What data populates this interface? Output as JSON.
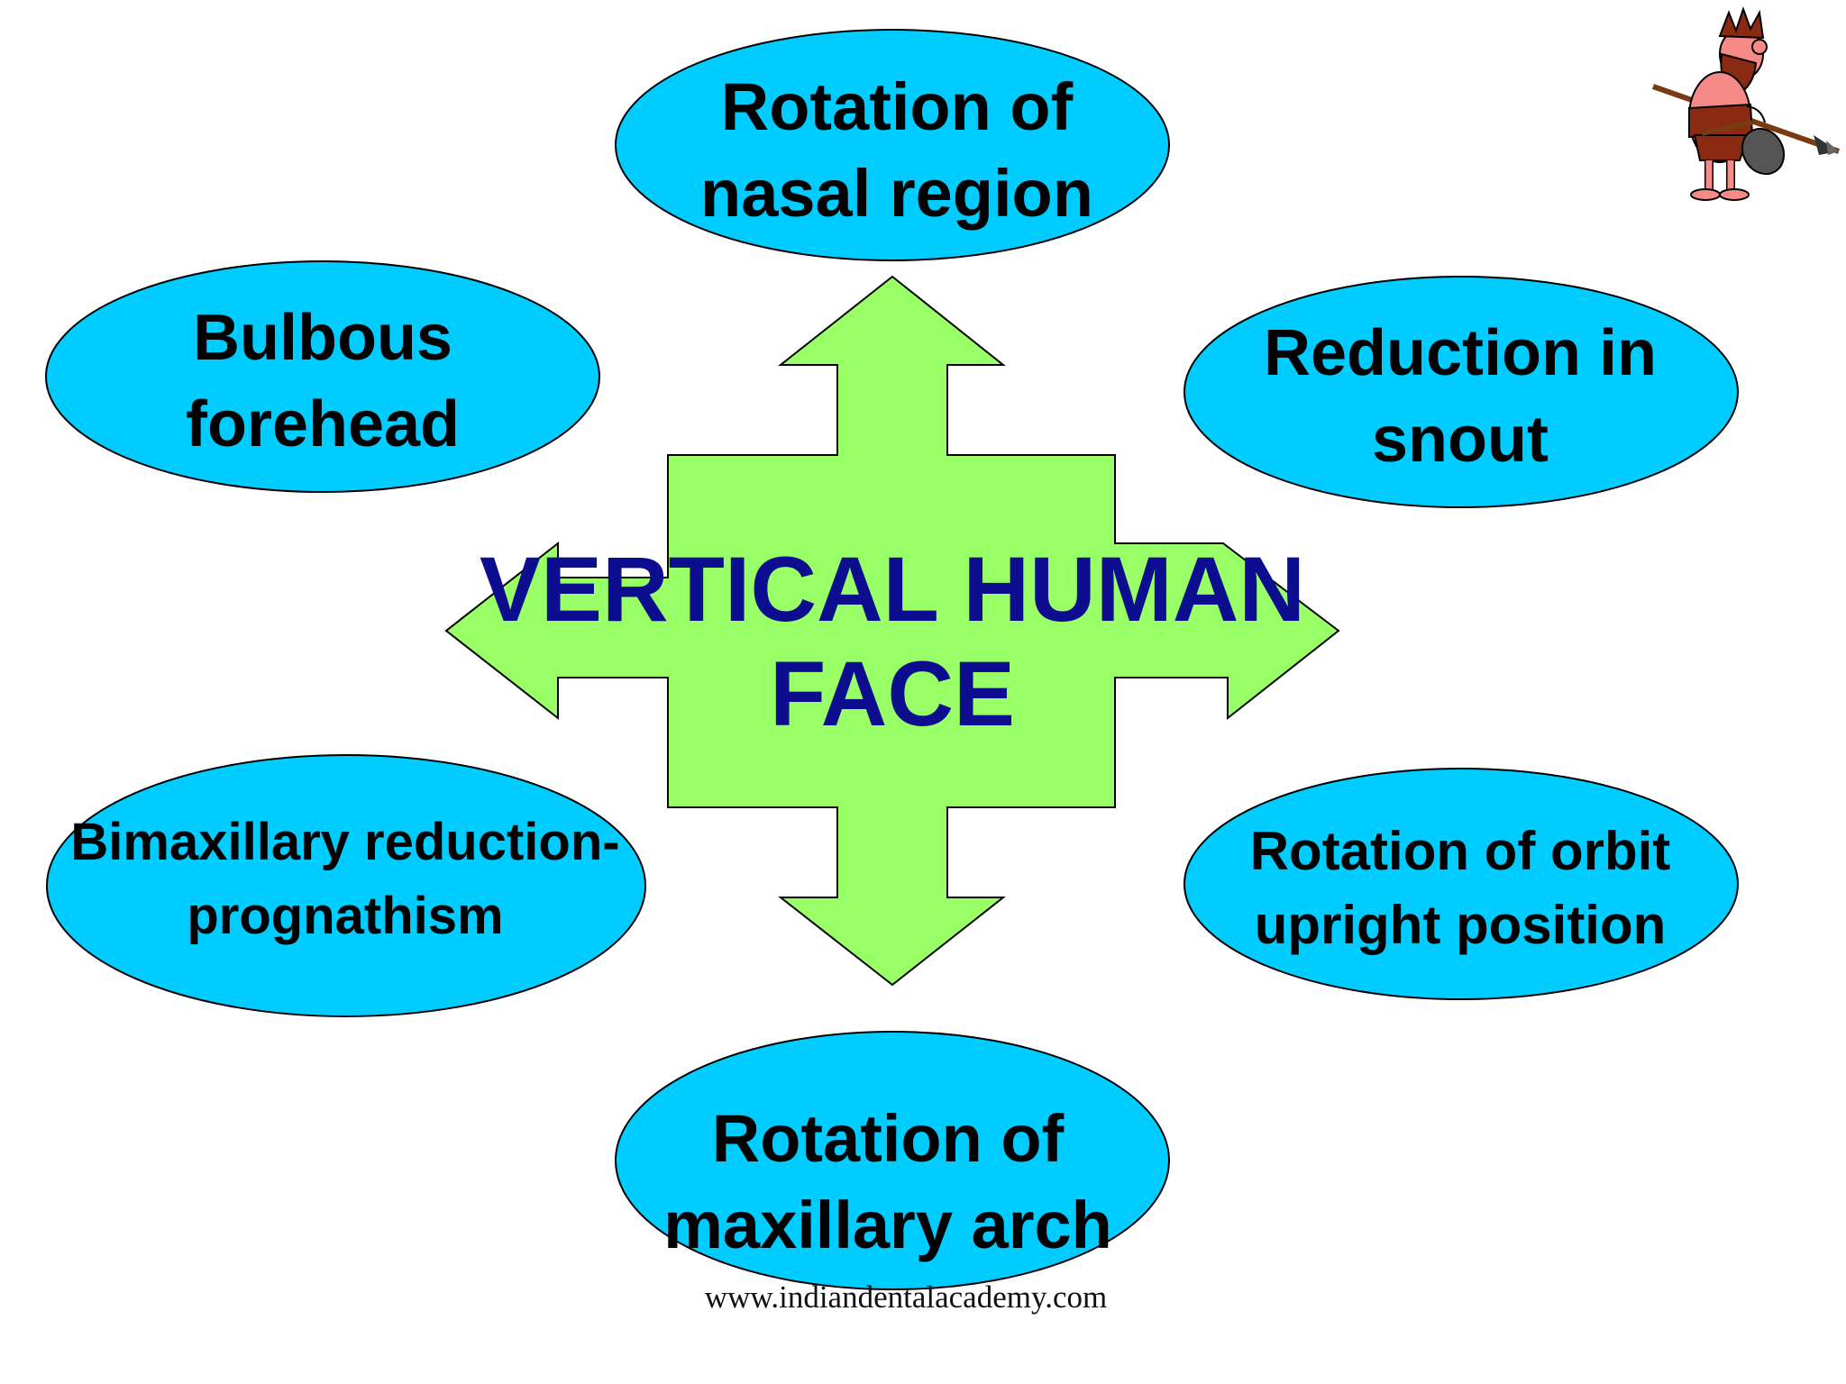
{
  "diagram": {
    "center": {
      "line1": "VERTICAL HUMAN",
      "line2": "FACE"
    },
    "nodes": {
      "top": {
        "line1": "Rotation of",
        "line2": "nasal region"
      },
      "upper_left": {
        "line1": "Bulbous",
        "line2": "forehead"
      },
      "upper_right": {
        "line1": "Reduction in",
        "line2": "snout"
      },
      "lower_left": {
        "line1": "Bimaxillary reduction-",
        "line2": "prognathism"
      },
      "lower_right": {
        "line1": "Rotation of orbit",
        "line2": "upright position"
      },
      "bottom": {
        "line1": "Rotation of",
        "line2": "maxillary arch"
      }
    },
    "colors": {
      "ellipse_fill": "#00ccff",
      "arrow_fill": "#99ff66",
      "center_text": "#0d0d8f"
    },
    "decoration": {
      "icon": "caveman-with-spear-and-club-icon"
    }
  },
  "footer": {
    "url": "www.indiandentalacademy.com"
  }
}
